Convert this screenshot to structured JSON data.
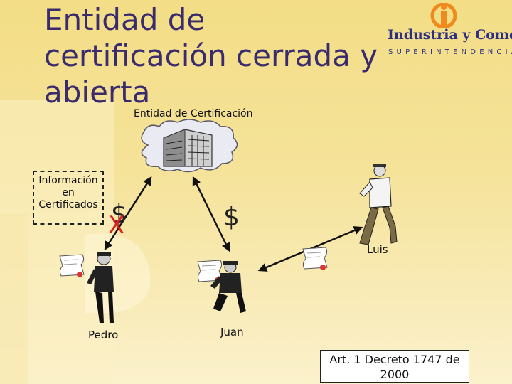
{
  "title": "Entidad de certificación cerrada y abierta",
  "entity_label": "Entidad de Certificación",
  "logo": {
    "main": "Industria y Comercio",
    "sub": "SUPERINTENDENCIA"
  },
  "info_box": "Información en Certificados",
  "symbols": {
    "dollar_left": "$",
    "cross": "X",
    "dollar_center": "$"
  },
  "people": {
    "pedro": "Pedro",
    "juan": "Juan",
    "luis": "Luis"
  },
  "citation": "Art. 1 Decreto 1747 de 2000",
  "colors": {
    "title": "#3a2b6e",
    "logo": "#2d2f83",
    "logo_accent": "#f08a1d",
    "cross": "#e02020"
  },
  "icons": [
    "building-cloud-icon",
    "certificate-scroll-icon",
    "businessman-icon",
    "walking-man-icon",
    "logo-emblem-icon"
  ]
}
